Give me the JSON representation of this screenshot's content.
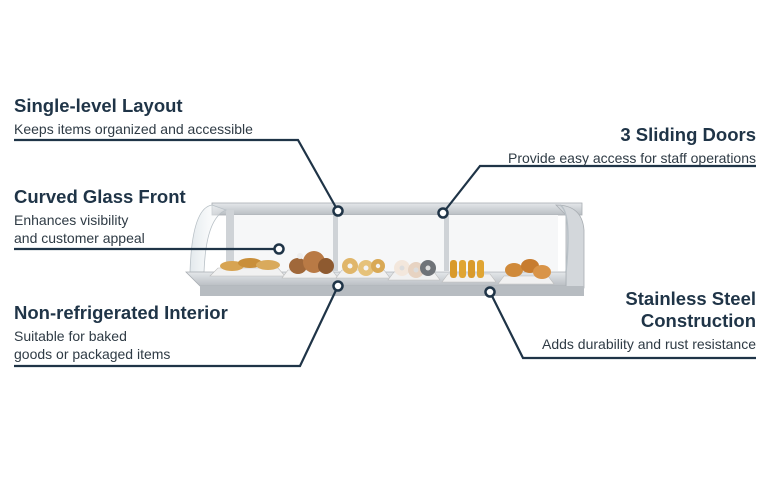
{
  "features": {
    "layout": {
      "title": "Single-level Layout",
      "desc": "Keeps items organized and accessible"
    },
    "glass": {
      "title": "Curved Glass Front",
      "desc": "Enhances visibility\nand customer appeal"
    },
    "interior": {
      "title": "Non-refrigerated Interior",
      "desc": "Suitable for baked\ngoods or packaged items"
    },
    "doors": {
      "title": "3 Sliding Doors",
      "desc": "Provide easy access for staff operations"
    },
    "steel": {
      "title": "Stainless Steel\nConstruction",
      "desc": "Adds durability and rust resistance"
    }
  },
  "colors": {
    "heading": "#1f3447",
    "leader_line": "#1f3447",
    "steel": "#c8ccd0"
  }
}
